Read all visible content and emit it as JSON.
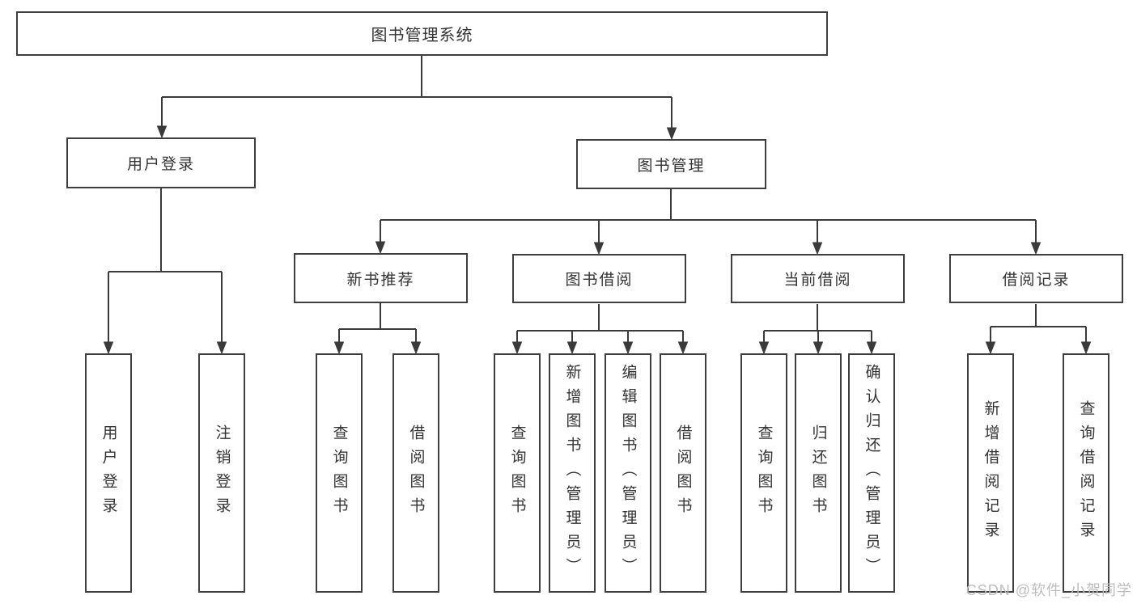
{
  "diagram": {
    "type": "hierarchy-tree",
    "root": "图书管理系统",
    "branches": [
      {
        "label": "用户登录",
        "leaves": [
          "用户登录",
          "注销登录"
        ]
      },
      {
        "label": "图书管理",
        "groups": [
          {
            "label": "新书推荐",
            "leaves": [
              "查询图书",
              "借阅图书"
            ]
          },
          {
            "label": "图书借阅",
            "leaves": [
              "查询图书",
              "新增图书（管理员）",
              "编辑图书（管理员）",
              "借阅图书"
            ]
          },
          {
            "label": "当前借阅",
            "leaves": [
              "查询图书",
              "归还图书",
              "确认归还（管理员）"
            ]
          },
          {
            "label": "借阅记录",
            "leaves": [
              "新增借阅记录",
              "查询借阅记录"
            ]
          }
        ]
      }
    ]
  },
  "watermark": {
    "text": "CSDN @软件_小贺同学"
  },
  "colors": {
    "line": "#3a3a3a",
    "border": "#3f3f3f",
    "text": "#333333",
    "watermark": "#bdbdbd",
    "background": "#ffffff"
  }
}
